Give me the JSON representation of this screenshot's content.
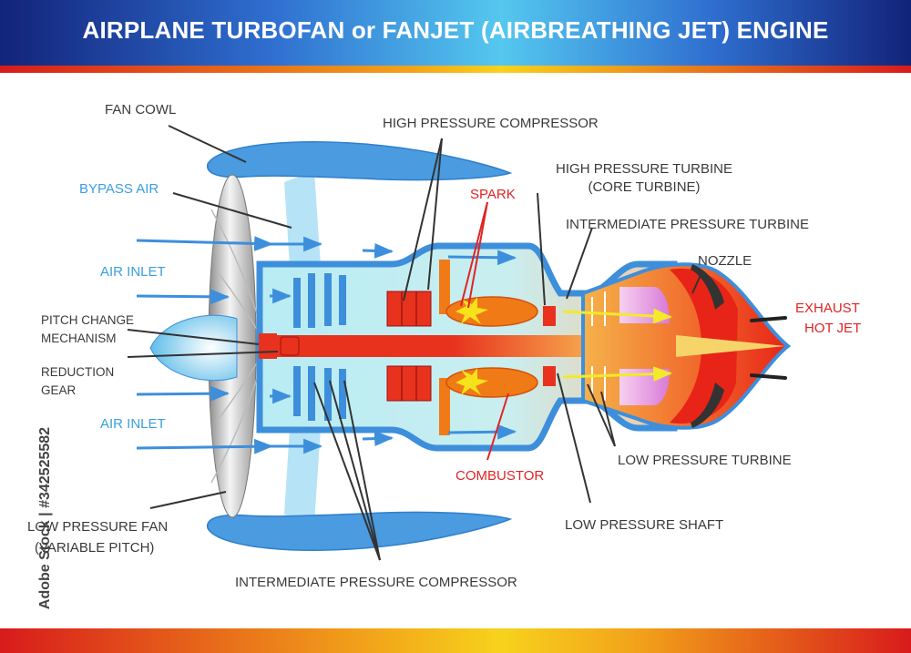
{
  "title": "AIRPLANE TURBOFAN or FANJET (AIRBREATHING JET) ENGINE",
  "labels": {
    "fan_cowl": "FAN COWL",
    "bypass_air": "BYPASS AIR",
    "air_inlet_top": "AIR INLET",
    "pitch_change_1": "PITCH CHANGE",
    "pitch_change_2": "MECHANISM",
    "reduction_1": "REDUCTION",
    "reduction_2": "GEAR",
    "air_inlet_bottom": "AIR INLET",
    "lp_fan_1": "LOW PRESSURE FAN",
    "lp_fan_2": "(VARIABLE PITCH)",
    "ip_compressor": "INTERMEDIATE PRESSURE COMPRESSOR",
    "hp_compressor": "HIGH PRESSURE COMPRESSOR",
    "spark": "SPARK",
    "hp_turbine_1": "HIGH PRESSURE TURBINE",
    "hp_turbine_2": "(CORE TURBINE)",
    "ip_turbine": "INTERMEDIATE PRESSURE TURBINE",
    "nozzle": "NOZZLE",
    "exhaust_1": "EXHAUST",
    "exhaust_2": "HOT JET",
    "lp_turbine": "LOW PRESSURE TURBINE",
    "combustor": "COMBUSTOR",
    "lp_shaft": "LOW PRESSURE SHAFT"
  },
  "watermark": "Adobe Stock | #342525582",
  "colors": {
    "label_dark": "#3a3a3a",
    "label_blue": "#3a9fe0",
    "label_red": "#e02424",
    "cowl": "#4a9be0",
    "airflow": "#3d8fdc",
    "core_red": "#e8321e",
    "flame": "#f07b16",
    "exhaust": "#f0622a"
  }
}
